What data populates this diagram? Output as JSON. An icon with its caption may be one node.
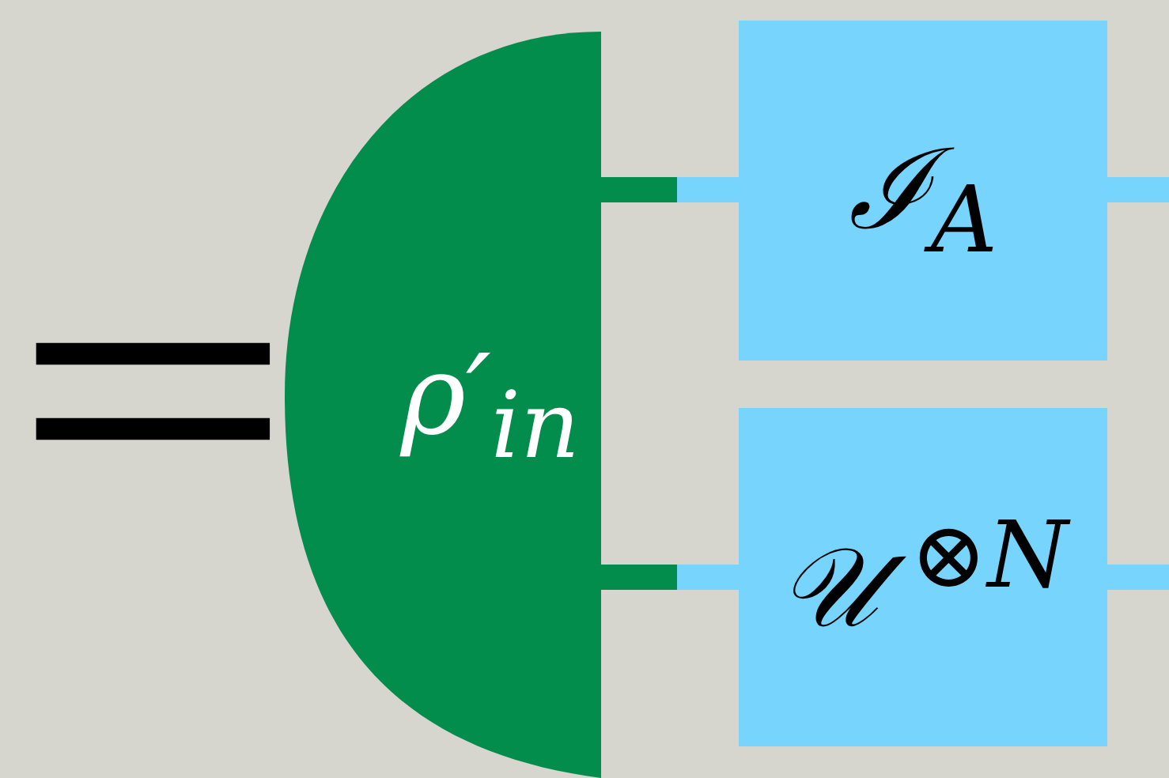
{
  "diagram": {
    "nodes": [
      {
        "text": [
          "ρ′$_{in}$"
        ]
      },
      {
        "text": [
          "ℐ$_{A}$"
        ]
      },
      {
        "text": [
          "𝒰$^{⊗N}$"
        ]
      }
    ],
    "edges": [
      {
        "from": 0,
        "to": 1,
        "arrow": "none"
      },
      {
        "from": 0,
        "to": 2,
        "arrow": "none"
      },
      {
        "from": 1,
        "to": null,
        "arrow": "none"
      },
      {
        "from": 2,
        "to": null,
        "arrow": "none"
      }
    ],
    "labels": [
      "="
    ]
  }
}
